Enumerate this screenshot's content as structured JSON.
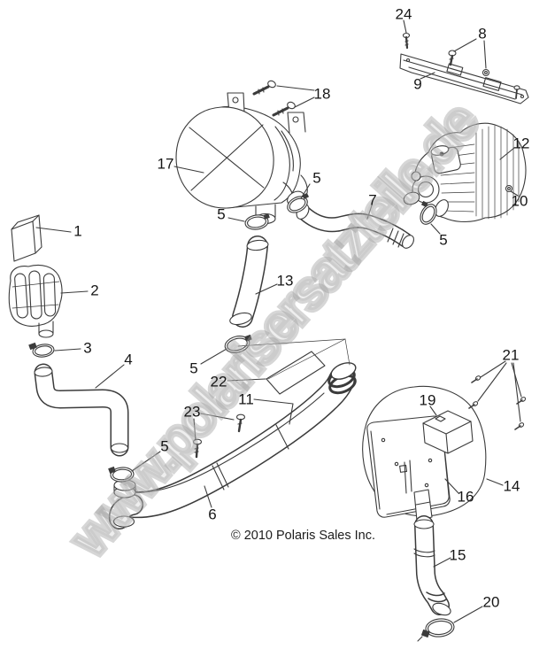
{
  "watermark": {
    "text": "www.polarisersatzteile.de",
    "color": "#9e9e9e"
  },
  "copyright": "© 2010 Polaris Sales Inc.",
  "callouts": [
    {
      "label": "1"
    },
    {
      "label": "2"
    },
    {
      "label": "3"
    },
    {
      "label": "4"
    },
    {
      "label": "5"
    },
    {
      "label": "5"
    },
    {
      "label": "5"
    },
    {
      "label": "5"
    },
    {
      "label": "5"
    },
    {
      "label": "6"
    },
    {
      "label": "7"
    },
    {
      "label": "8"
    },
    {
      "label": "9"
    },
    {
      "label": "10"
    },
    {
      "label": "11"
    },
    {
      "label": "12"
    },
    {
      "label": "13"
    },
    {
      "label": "14"
    },
    {
      "label": "15"
    },
    {
      "label": "16"
    },
    {
      "label": "17"
    },
    {
      "label": "18"
    },
    {
      "label": "19"
    },
    {
      "label": "20"
    },
    {
      "label": "21"
    },
    {
      "label": "22"
    },
    {
      "label": "23"
    },
    {
      "label": "24"
    }
  ]
}
